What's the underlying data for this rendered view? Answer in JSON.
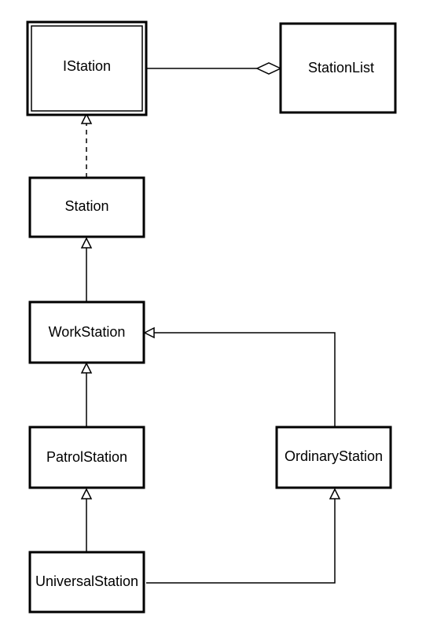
{
  "diagram": {
    "nodes": [
      {
        "id": "istation",
        "label": "IStation"
      },
      {
        "id": "stationlist",
        "label": "StationList"
      },
      {
        "id": "station",
        "label": "Station"
      },
      {
        "id": "workstation",
        "label": "WorkStation"
      },
      {
        "id": "patrolstation",
        "label": "PatrolStation"
      },
      {
        "id": "ordinarystation",
        "label": "OrdinaryStation"
      },
      {
        "id": "universalstation",
        "label": "UniversalStation"
      }
    ],
    "edges": [
      {
        "from": "stationlist",
        "to": "istation",
        "type": "aggregation"
      },
      {
        "from": "station",
        "to": "istation",
        "type": "realization"
      },
      {
        "from": "workstation",
        "to": "station",
        "type": "generalization"
      },
      {
        "from": "patrolstation",
        "to": "workstation",
        "type": "generalization"
      },
      {
        "from": "ordinarystation",
        "to": "workstation",
        "type": "generalization"
      },
      {
        "from": "universalstation",
        "to": "patrolstation",
        "type": "generalization"
      },
      {
        "from": "universalstation",
        "to": "ordinarystation",
        "type": "generalization"
      }
    ]
  }
}
